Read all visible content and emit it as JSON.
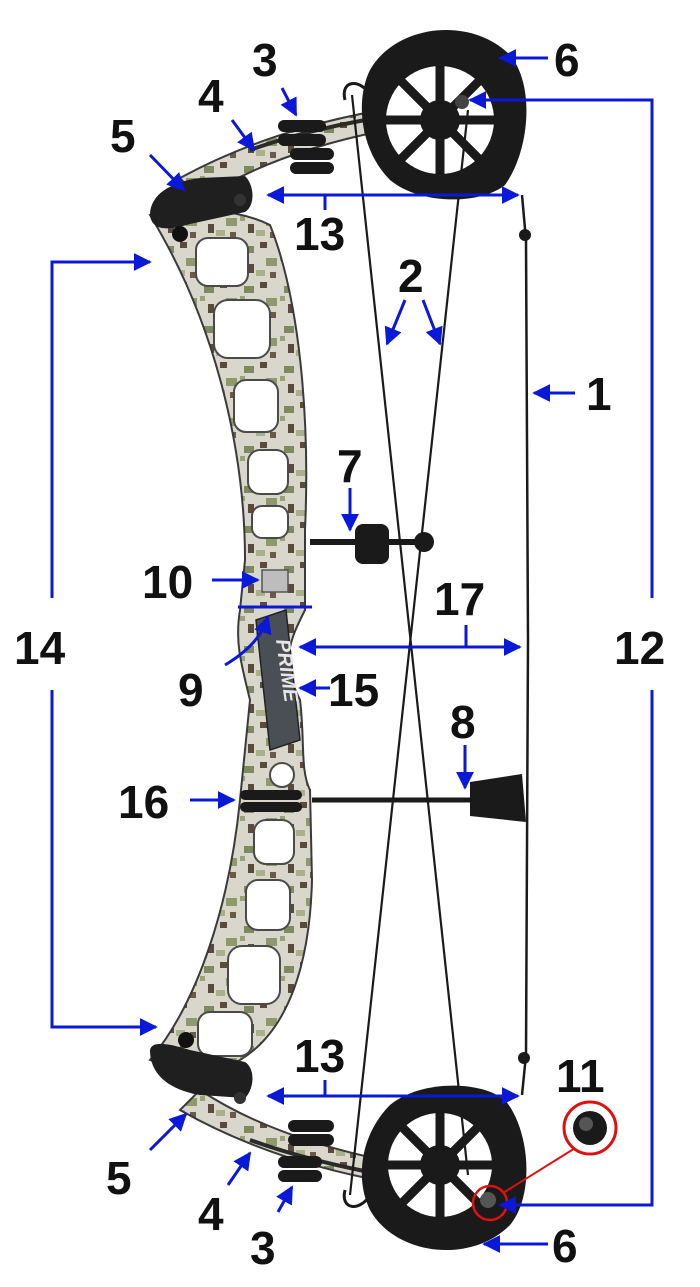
{
  "colors": {
    "annotation": "#0a18d8",
    "label": "#111111",
    "riser_camo_light": "#d9d6cb",
    "riser_camo_mid": "#7d8a5e",
    "riser_camo_dark": "#5a4a3a",
    "cam_black": "#1a1a1a",
    "highlight_circle": "#e01010"
  },
  "labels": {
    "string": "1",
    "cables": "2",
    "limb_dampener": "3",
    "limbs": "4",
    "limb_pocket": "5",
    "cam": "6",
    "stabilizer_mount": "7",
    "cable_guard": "8",
    "shelf": "9",
    "sight_mount": "10",
    "axle": "11",
    "axle_to_axle": "12",
    "limb_length": "13",
    "riser_length": "14",
    "grip": "15",
    "stabilizer_damper": "16",
    "brace_height": "17"
  },
  "riser_brand": "PRIME"
}
